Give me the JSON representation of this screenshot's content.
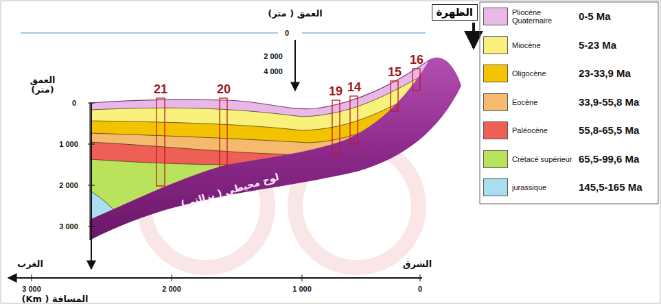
{
  "diagram": {
    "nodes": [
      {
        "text": [
          "الظهرة"
        ]
      }
    ],
    "labels": [
      "العمق ( متر)",
      "0",
      "2 000",
      "4 000",
      "العمق (متر)",
      "0",
      "1 000",
      "2 000",
      "3 000",
      "الغرب",
      "الشرق",
      "3 000",
      "2 000",
      "1 000",
      "0",
      "المسافة ( Km)",
      "21",
      "20",
      "19",
      "14",
      "15",
      "16",
      "لوح محيطي ( بزالتي)",
      "0-5 Ma",
      "5-23 Ma",
      "23-33,9 Ma",
      "33,9-55,8 Ma",
      "55,8-65,5 Ma",
      "65,5-99,6 Ma",
      "145,5-165 Ma"
    ],
    "legend": [
      {
        "text": "Pliocène Quaternaire",
        "color": "#eab8e6"
      },
      {
        "text": "Miocène",
        "color": "#f8f27c"
      },
      {
        "text": "Oligocène",
        "color": "#f4c400"
      },
      {
        "text": "Eocène",
        "color": "#f6bb6e"
      },
      {
        "text": "Paléocène",
        "color": "#ee5f55"
      },
      {
        "text": "Crétacé supérieur",
        "color": "#b9e35c"
      },
      {
        "text": "jurassique",
        "color": "#a9ddf0"
      }
    ]
  }
}
